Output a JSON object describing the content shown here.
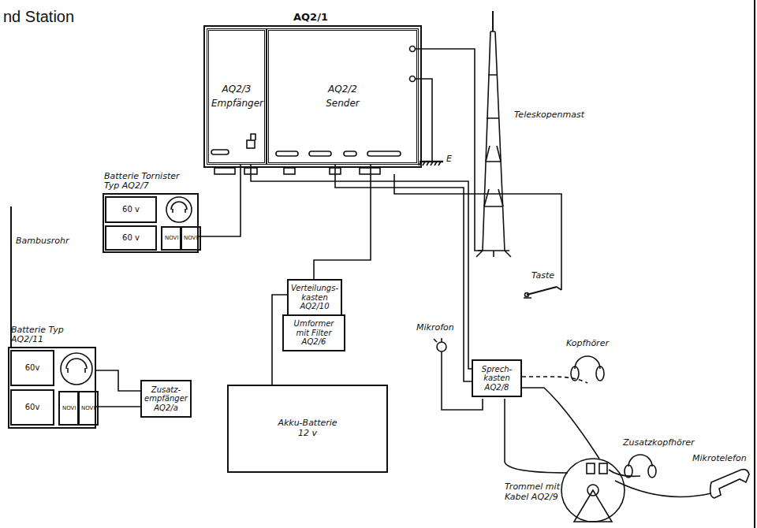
{
  "diagram": {
    "nodes": [
      {
        "text": [
          "AQ2/1"
        ]
      },
      {
        "text": [
          "AQ2/3",
          "Empfänger"
        ],
        "in": 0
      },
      {
        "text": [
          "AQ2/2",
          "Sender"
        ],
        "in": 0
      },
      {
        "text": [
          "Batterie Tornister Typ AQ2/7"
        ]
      },
      {
        "text": [
          "60 v"
        ],
        "in": 3
      },
      {
        "text": [
          "60 v"
        ],
        "in": 3
      },
      {
        "text": [
          "NOVI"
        ],
        "in": 3
      },
      {
        "text": [
          "NOVI"
        ],
        "in": 3
      },
      {
        "text": [
          "Batterie Typ AQ2/11"
        ]
      },
      {
        "text": [
          "60v"
        ],
        "in": 8
      },
      {
        "text": [
          "60v"
        ],
        "in": 8
      },
      {
        "text": [
          "NOVI"
        ],
        "in": 8
      },
      {
        "text": [
          "NOVI"
        ],
        "in": 8
      },
      {
        "text": [
          "Zusatz- empfänger AQ2/a"
        ]
      },
      {
        "text": [
          "Verteilungs- kasten AQ2/10"
        ]
      },
      {
        "text": [
          "Umformer mit Filter AQ2/6"
        ]
      },
      {
        "text": [
          "Akku-Batterie 12 v"
        ]
      },
      {
        "text": [
          "Sprech- kasten AQ2/8"
        ]
      }
    ],
    "edges": [
      {
        "from": 1,
        "to": 3,
        "arrow": "none"
      },
      {
        "from": 2,
        "to": 14,
        "arrow": "none"
      },
      {
        "from": 14,
        "to": 15,
        "arrow": "none"
      },
      {
        "from": 14,
        "to": 16,
        "arrow": "none"
      },
      {
        "from": 1,
        "to": 17,
        "arrow": "none"
      },
      {
        "from": 2,
        "to": 17,
        "arrow": "none"
      },
      {
        "from": 8,
        "to": 13,
        "arrow": "none"
      },
      {
        "from": 8,
        "to": 13,
        "arrow": "none"
      }
    ],
    "labels": [
      "nd Station",
      "Teleskopenmast",
      "E",
      "Bambusrohr",
      "Taste",
      "Mikrofon",
      "Kopfhörer",
      "Zusatzkopfhörer",
      "Mikrotelefon",
      "Trommel mit Kabel AQ2/9"
    ]
  }
}
